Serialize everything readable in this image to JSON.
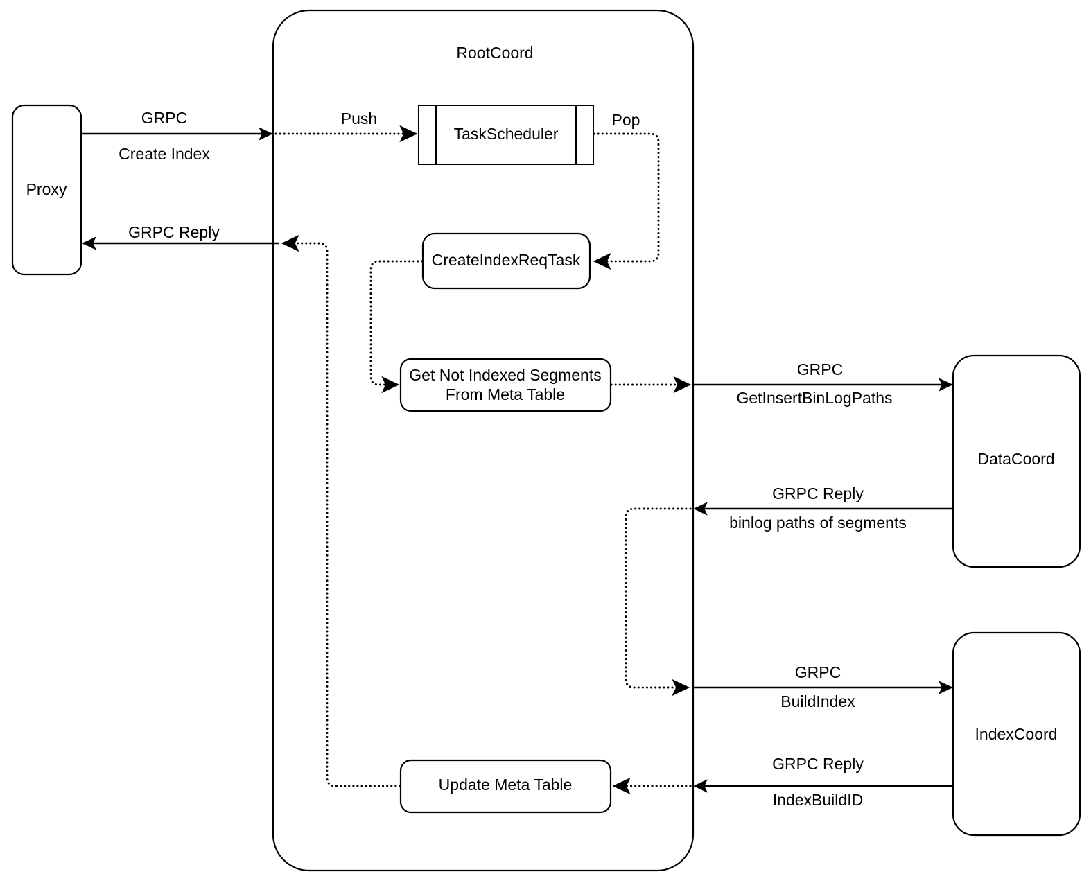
{
  "diagram": {
    "title": "RootCoord",
    "container": {
      "label": "RootCoord"
    },
    "nodes": {
      "proxy": {
        "label": "Proxy"
      },
      "task_scheduler": {
        "label": "TaskScheduler"
      },
      "create_index_req_task": {
        "label": "CreateIndexReqTask"
      },
      "get_not_indexed_segments": {
        "line1": "Get Not Indexed Segments",
        "line2": "From Meta Table"
      },
      "update_meta_table": {
        "label": "Update Meta Table"
      },
      "data_coord": {
        "label": "DataCoord"
      },
      "index_coord": {
        "label": "IndexCoord"
      }
    },
    "edges": {
      "proxy_to_rootcoord": {
        "line1": "GRPC",
        "line2": "Create Index"
      },
      "rootcoord_to_proxy": {
        "line1": "GRPC Reply"
      },
      "push": {
        "label": "Push"
      },
      "pop": {
        "label": "Pop"
      },
      "rootcoord_to_datacoord": {
        "line1": "GRPC",
        "line2": "GetInsertBinLogPaths"
      },
      "datacoord_to_rootcoord": {
        "line1": "GRPC Reply",
        "line2": "binlog paths of segments"
      },
      "rootcoord_to_indexcoord": {
        "line1": "GRPC",
        "line2": "BuildIndex"
      },
      "indexcoord_to_rootcoord": {
        "line1": "GRPC Reply",
        "line2": "IndexBuildID"
      }
    },
    "colors": {
      "stroke": "#000000",
      "fill": "#ffffff",
      "background": "#ffffff"
    }
  }
}
